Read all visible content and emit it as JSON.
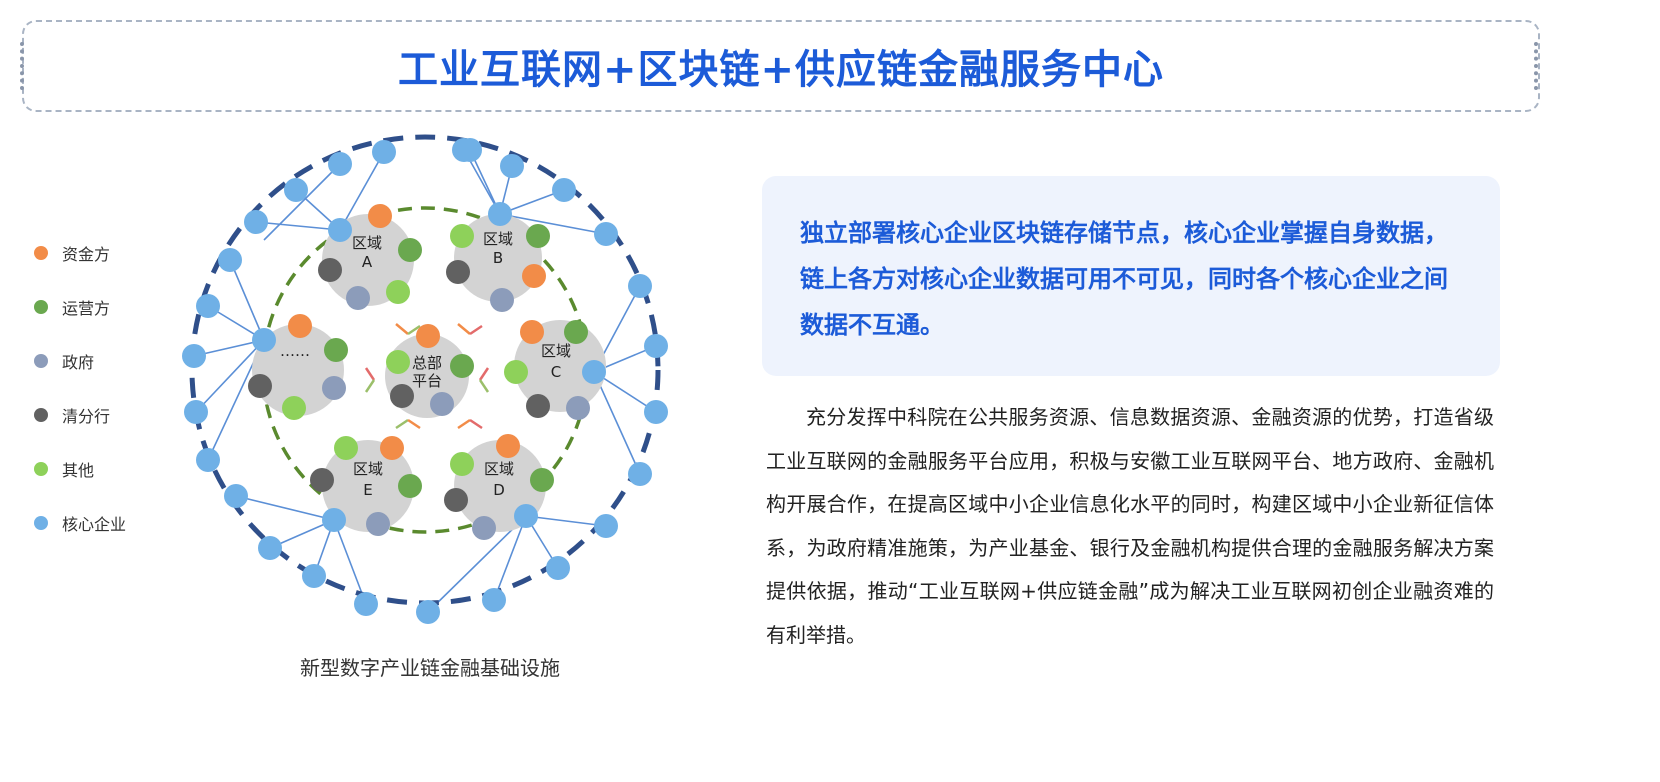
{
  "header": {
    "title": "工业互联网+区块链+供应链金融服务中心"
  },
  "colors": {
    "funder": "#f28c48",
    "operator": "#6aa84f",
    "government": "#8c9cba",
    "clearing_bank": "#616161",
    "other": "#8ed15a",
    "core_enterprise": "#6fb0e6",
    "title_blue": "#1c5bd8",
    "outer_ring": "#2f4f8a",
    "inner_ring": "#5a8a2e",
    "region_fill": "#d3d3d3"
  },
  "legend": [
    {
      "label": "资金方",
      "color": "#f28c48"
    },
    {
      "label": "运营方",
      "color": "#6aa84f"
    },
    {
      "label": "政府",
      "color": "#8c9cba"
    },
    {
      "label": "清分行",
      "color": "#616161"
    },
    {
      "label": "其他",
      "color": "#8ed15a"
    },
    {
      "label": "核心企业",
      "color": "#6fb0e6"
    }
  ],
  "diagram": {
    "center_label_1": "总部",
    "center_label_2": "平台",
    "regions": [
      {
        "line1": "区域",
        "line2": "A"
      },
      {
        "line1": "区域",
        "line2": "B"
      },
      {
        "line1": "区域",
        "line2": "C"
      },
      {
        "line1": "区域",
        "line2": "D"
      },
      {
        "line1": "区域",
        "line2": "E"
      },
      {
        "line1": "",
        "line2": "……"
      }
    ],
    "caption": "新型数字产业链金融基础设施"
  },
  "highlight": {
    "text": "独立部署核心企业区块链存储节点，核心企业掌握自身数据，链上各方对核心企业数据可用不可见，同时各个核心企业之间数据不互通。"
  },
  "description": {
    "text": "充分发挥中科院在公共服务资源、信息数据资源、金融资源的优势，打造省级工业互联网的金融服务平台应用，积极与安徽工业互联网平台、地方政府、金融机构开展合作，在提高区域中小企业信息化水平的同时，构建区域中小企业新征信体系，为政府精准施策，为产业基金、银行及金融机构提供合理的金融服务解决方案提供依据，推动“工业互联网+供应链金融”成为解决工业互联网初创企业融资难的有利举措。"
  }
}
